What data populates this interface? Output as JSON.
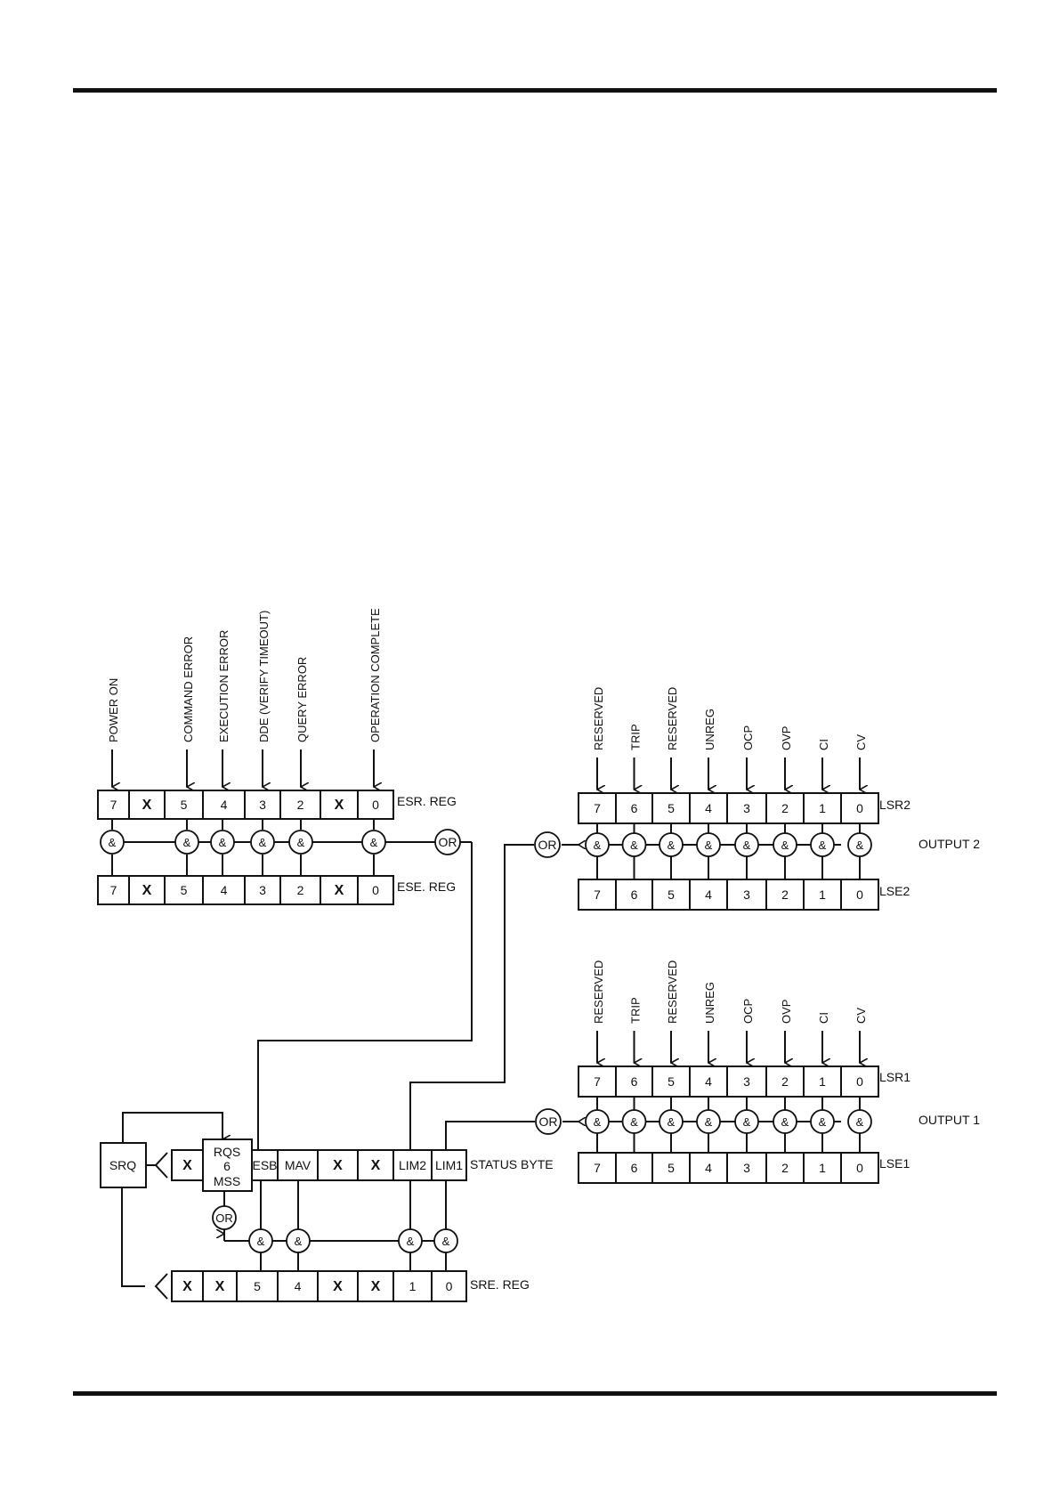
{
  "header_rule": true,
  "footer_rule": true,
  "esr": {
    "label": "ESR. REG",
    "cells": [
      "7",
      "X",
      "5",
      "4",
      "3",
      "2",
      "X",
      "0"
    ],
    "inputs": [
      "POWER ON",
      "",
      "COMMAND ERROR",
      "EXECUTION ERROR",
      "DDE (VERIFY TIMEOUT)",
      "QUERY ERROR",
      "",
      "OPERATION COMPLETE"
    ]
  },
  "ese": {
    "label": "ESE. REG",
    "cells": [
      "7",
      "X",
      "5",
      "4",
      "3",
      "2",
      "X",
      "0"
    ]
  },
  "output2": {
    "title": "OUTPUT 2",
    "lsr_label": "LSR2",
    "lse_label": "LSE2",
    "cells": [
      "7",
      "6",
      "5",
      "4",
      "3",
      "2",
      "1",
      "0"
    ],
    "inputs": [
      "RESERVED",
      "TRIP",
      "RESERVED",
      "UNREG",
      "OCP",
      "OVP",
      "CI",
      "CV"
    ]
  },
  "output1": {
    "title": "OUTPUT 1",
    "lsr_label": "LSR1",
    "lse_label": "LSE1",
    "cells": [
      "7",
      "6",
      "5",
      "4",
      "3",
      "2",
      "1",
      "0"
    ],
    "inputs": [
      "RESERVED",
      "TRIP",
      "RESERVED",
      "UNREG",
      "OCP",
      "OVP",
      "CI",
      "CV"
    ]
  },
  "status_byte": {
    "label": "STATUS BYTE",
    "cells": [
      "X",
      "",
      "ESB",
      "MAV",
      "X",
      "X",
      "LIM2",
      "LIM1"
    ],
    "rqs": [
      "RQS",
      "6",
      "MSS"
    ]
  },
  "sre": {
    "label": "SRE. REG",
    "cells": [
      "X",
      "X",
      "5",
      "4",
      "X",
      "X",
      "1",
      "0"
    ]
  },
  "srq_label": "SRQ",
  "and_symbol": "&",
  "or_symbol": "OR"
}
